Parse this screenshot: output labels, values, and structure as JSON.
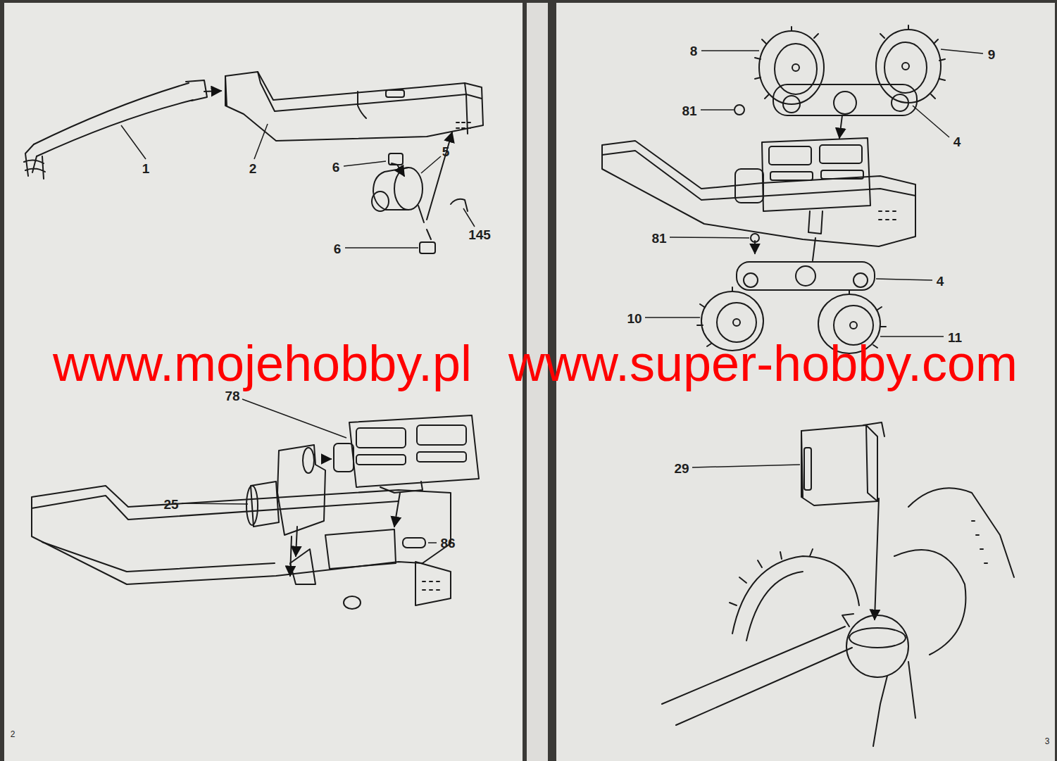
{
  "diagram": {
    "labels": [
      "1",
      "2",
      "6",
      "5",
      "145",
      "6",
      "78",
      "25",
      "86",
      "2",
      "8",
      "9",
      "81",
      "4",
      "81",
      "4",
      "10",
      "11",
      "29",
      "3",
      "www.mojehobby.pl",
      "www.super-hobby.com"
    ]
  }
}
